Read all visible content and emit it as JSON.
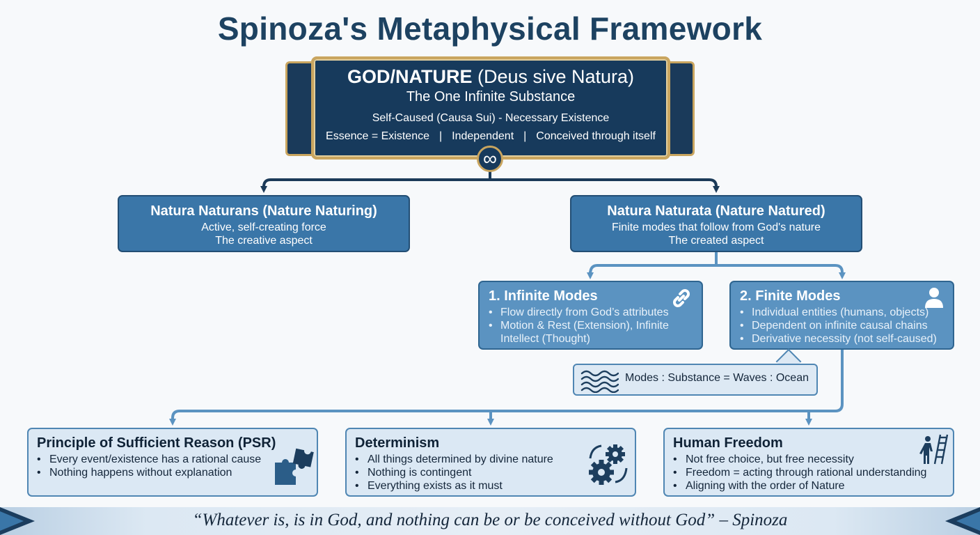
{
  "title": "Spinoza's Metaphysical Framework",
  "god": {
    "title_bold": "GOD/NATURE",
    "title_rest": " (Deus sive Natura)",
    "subtitle": "The One Infinite Substance",
    "cause_line": "Self-Caused (Causa Sui) - Necessary Existence",
    "properties": [
      "Essence = Existence",
      "Independent",
      "Conceived through itself"
    ],
    "separator": "|",
    "badge": "∞"
  },
  "naturans": {
    "title": "Natura Naturans (Nature Naturing)",
    "line1": "Active, self-creating force",
    "line2": "The creative aspect"
  },
  "naturata": {
    "title": "Natura Naturata (Nature Natured)",
    "line1": "Finite modes that follow from God's nature",
    "line2": "The created aspect"
  },
  "infinite_modes": {
    "title": "1. Infinite Modes",
    "icon": "link-icon",
    "items": [
      "Flow directly from God’s attributes",
      "Motion & Rest (Extension), Infinite",
      "Intellect (Thought)"
    ]
  },
  "finite_modes": {
    "title": "2. Finite Modes",
    "icon": "person-icon",
    "items": [
      "Individual entities (humans, objects)",
      "Dependent on infinite causal chains",
      "Derivative necessity (not self-caused)"
    ]
  },
  "analogy": {
    "text": "Modes : Substance = Waves : Ocean",
    "icon": "waves-icon"
  },
  "psr": {
    "title": "Principle of Sufficient Reason (PSR)",
    "icon": "puzzle-icon",
    "items": [
      "Every event/existence has a rational cause",
      "Nothing happens without explanation"
    ]
  },
  "determinism": {
    "title": "Determinism",
    "icon": "gears-icon",
    "items": [
      "All things determined by divine nature",
      "Nothing is contingent",
      "Everything exists as it must"
    ]
  },
  "freedom": {
    "title": "Human Freedom",
    "icon": "ladder-climber-icon",
    "items": [
      "Not free choice, but free necessity",
      "Freedom = acting through rational understanding",
      "Aligning with the order of Nature"
    ]
  },
  "quote": "“Whatever is, is in God, and nothing can be or be conceived without God” – Spinoza",
  "colors": {
    "navy": "#173a5c",
    "gold": "#c9a55f",
    "mid_blue": "#3a76a8",
    "light_blue": "#5b93c1",
    "pale_blue": "#dbe8f4",
    "connector": "#1b3a58",
    "connector_light": "#5b93c1"
  }
}
